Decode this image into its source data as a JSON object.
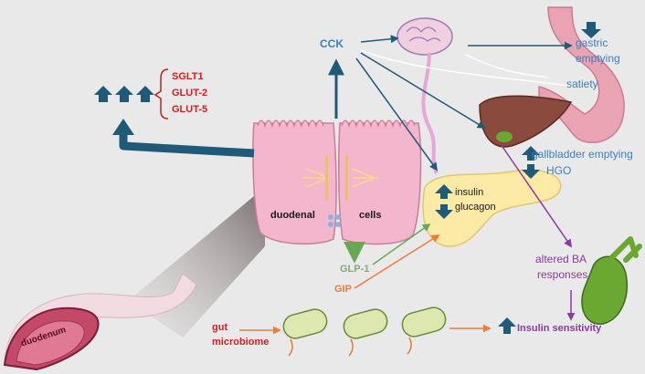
{
  "labels": {
    "cck": "CCK",
    "gastric": "gastric",
    "emptying": "emptying",
    "satiety": "satiety",
    "gallbladder_emptying": "gallbladder emptying",
    "hgo": "HGO",
    "insulin": "insulin",
    "glucagon": "glucagon",
    "sglt1": "SGLT1",
    "glut2": "GLUT-2",
    "glut5": "GLUT-5",
    "duodenal": "duodenal",
    "cells": "cells",
    "glp1": "GLP-1",
    "gip": "GIP",
    "altered_ba": "altered BA",
    "responses": "responses",
    "gut": "gut",
    "microbiome": "microbiome",
    "insulin_sensitivity": "Insulin sensitivity",
    "duodenum": "duodenum"
  },
  "colors": {
    "background": "#e9e9e9",
    "arrow_dark": "#1f5a78",
    "text_blue": "#3a7fc0",
    "text_red": "#d22020",
    "glp1_green": "#8aa878",
    "gip_orange": "#ef7c3a",
    "purple": "#8a3aa0",
    "duodenal_pink": "#f3b6cc",
    "pancreas_yellow": "#fbe9a6",
    "liver_brown": "#8a4a3e",
    "stomach_pink": "#eaa3b3",
    "gallbladder_green": "#6aa832"
  }
}
